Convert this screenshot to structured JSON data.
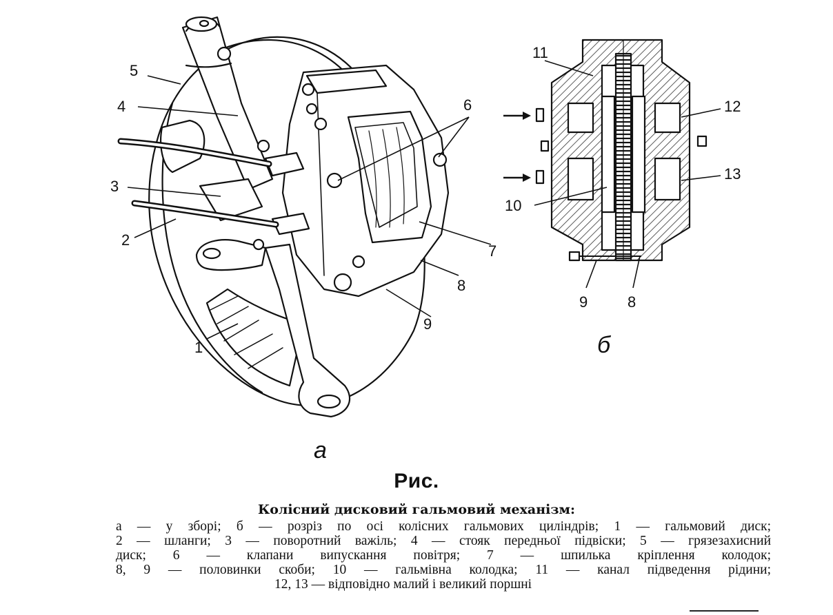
{
  "panels": {
    "a": "а",
    "b": "б"
  },
  "callouts_a": {
    "n1": "1",
    "n2": "2",
    "n3": "3",
    "n4": "4",
    "n5": "5",
    "n6": "6",
    "n7": "7",
    "n8": "8",
    "n9": "9"
  },
  "callouts_b": {
    "n8": "8",
    "n9": "9",
    "n10": "10",
    "n11": "11",
    "n12": "12",
    "n13": "13"
  },
  "caption": {
    "title": "Рис.",
    "subtitle": "Колісний дисковий гальмовий механізм:",
    "lines": [
      "а — у зборі; б — розріз по осі колісних гальмових циліндрів; 1 — гальмовий диск;",
      "2 — шланги; 3 — поворотний важіль; 4 — стояк передньої підвіски; 5 — грязезахисний",
      "диск; 6 — клапани випускання повітря; 7 — шпилька кріплення колодок;",
      "8, 9 — половинки скоби; 10 — гальмівна колодка; 11 — канал підведення рідини;",
      "12, 13 — відповідно малий і великий поршні"
    ]
  },
  "colors": {
    "ink": "#111111",
    "paper": "#ffffff",
    "hatch": "#333333"
  }
}
